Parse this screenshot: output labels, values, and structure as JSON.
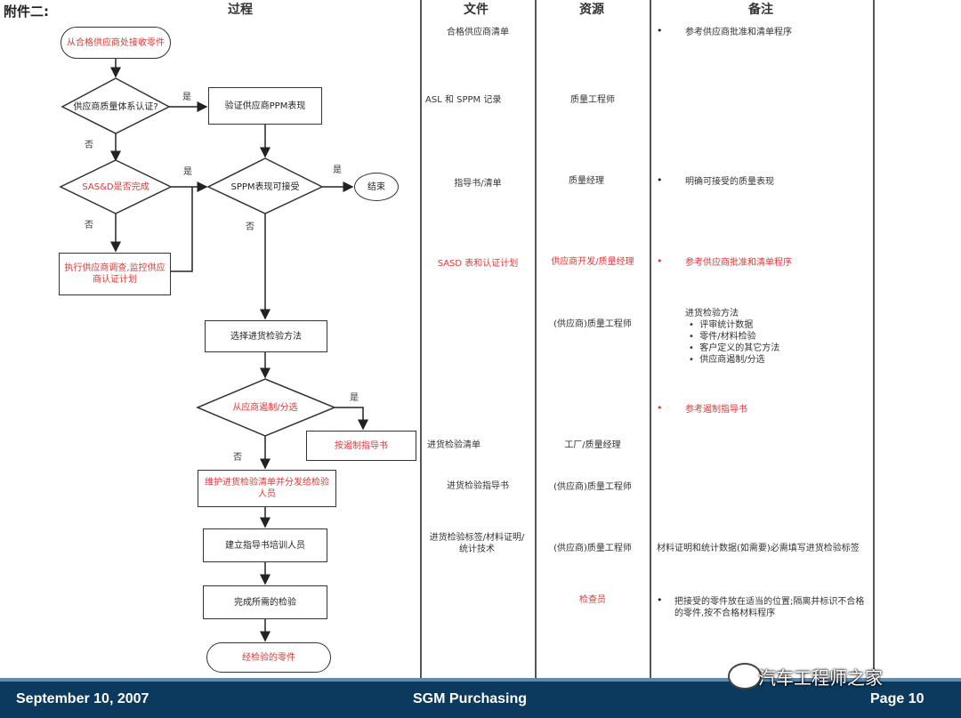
{
  "attachment_label": "附件二:",
  "columns": {
    "process": "过程",
    "documents": "文件",
    "resources": "资源",
    "notes": "备注"
  },
  "flow": {
    "start": "从合格供应商处接收零件",
    "d1": "供应商质量体系认证?",
    "d1_yes": "是",
    "d1_no": "否",
    "verify_ppm": "验证供应商PPM表现",
    "d2": "SAS&D是否完成",
    "d2_yes": "是",
    "d2_no": "否",
    "d3": "SPPM表现可接受",
    "d3_yes": "是",
    "d3_no": "否",
    "end": "结束",
    "survey": "执行供应商调查,监控供应商认证计划",
    "select_method": "选择进货检验方法",
    "d4": "从应商遏制/分选",
    "d4_yes": "是",
    "d4_no": "否",
    "containment_guide": "按遏制指导书",
    "maintain_list": "维护进货检验清单并分发给检验人员",
    "build_guide": "建立指导书培训人员",
    "complete_insp": "完成所需的检验",
    "inspected_parts": "经检验的零件"
  },
  "documents": [
    "合格供应商清单",
    "ASL 和 SPPM 记录",
    "指导书/清单",
    "SASD 表和认证计划",
    "进货检验清单",
    "进货检验指导书",
    "进货检验标签/材料证明/统计技术"
  ],
  "resources": [
    "质量工程师",
    "质量经理",
    "供应商开发/质量经理",
    "(供应商)质量工程师",
    "工厂/质量经理",
    "(供应商)质量工程师",
    "(供应商)质量工程师",
    "检查员"
  ],
  "notes": {
    "n1": "参考供应商批准和清单程序",
    "n2": "明确可接受的质量表现",
    "n3": "参考供应商批准和清单程序",
    "n4_title": "进货检验方法",
    "n4_items": [
      "评审统计数据",
      "零件/材料检验",
      "客户定义的其它方法",
      "供应商遏制/分选"
    ],
    "n5": "参考遏制指导书",
    "n6": "材料证明和统计数据(如需要)必需填写进货检验标签",
    "n7": "把接受的零件放在适当的位置;隔离并标识不合格的零件,按不合格材料程序",
    "bullet": "•"
  },
  "footer": {
    "date": "September 10, 2007",
    "center": "SGM Purchasing",
    "page": "Page 10"
  },
  "watermark": "汽车工程师之家",
  "colors": {
    "footer_bg": "#0b3a5e",
    "highlight": "#d83a3a"
  }
}
